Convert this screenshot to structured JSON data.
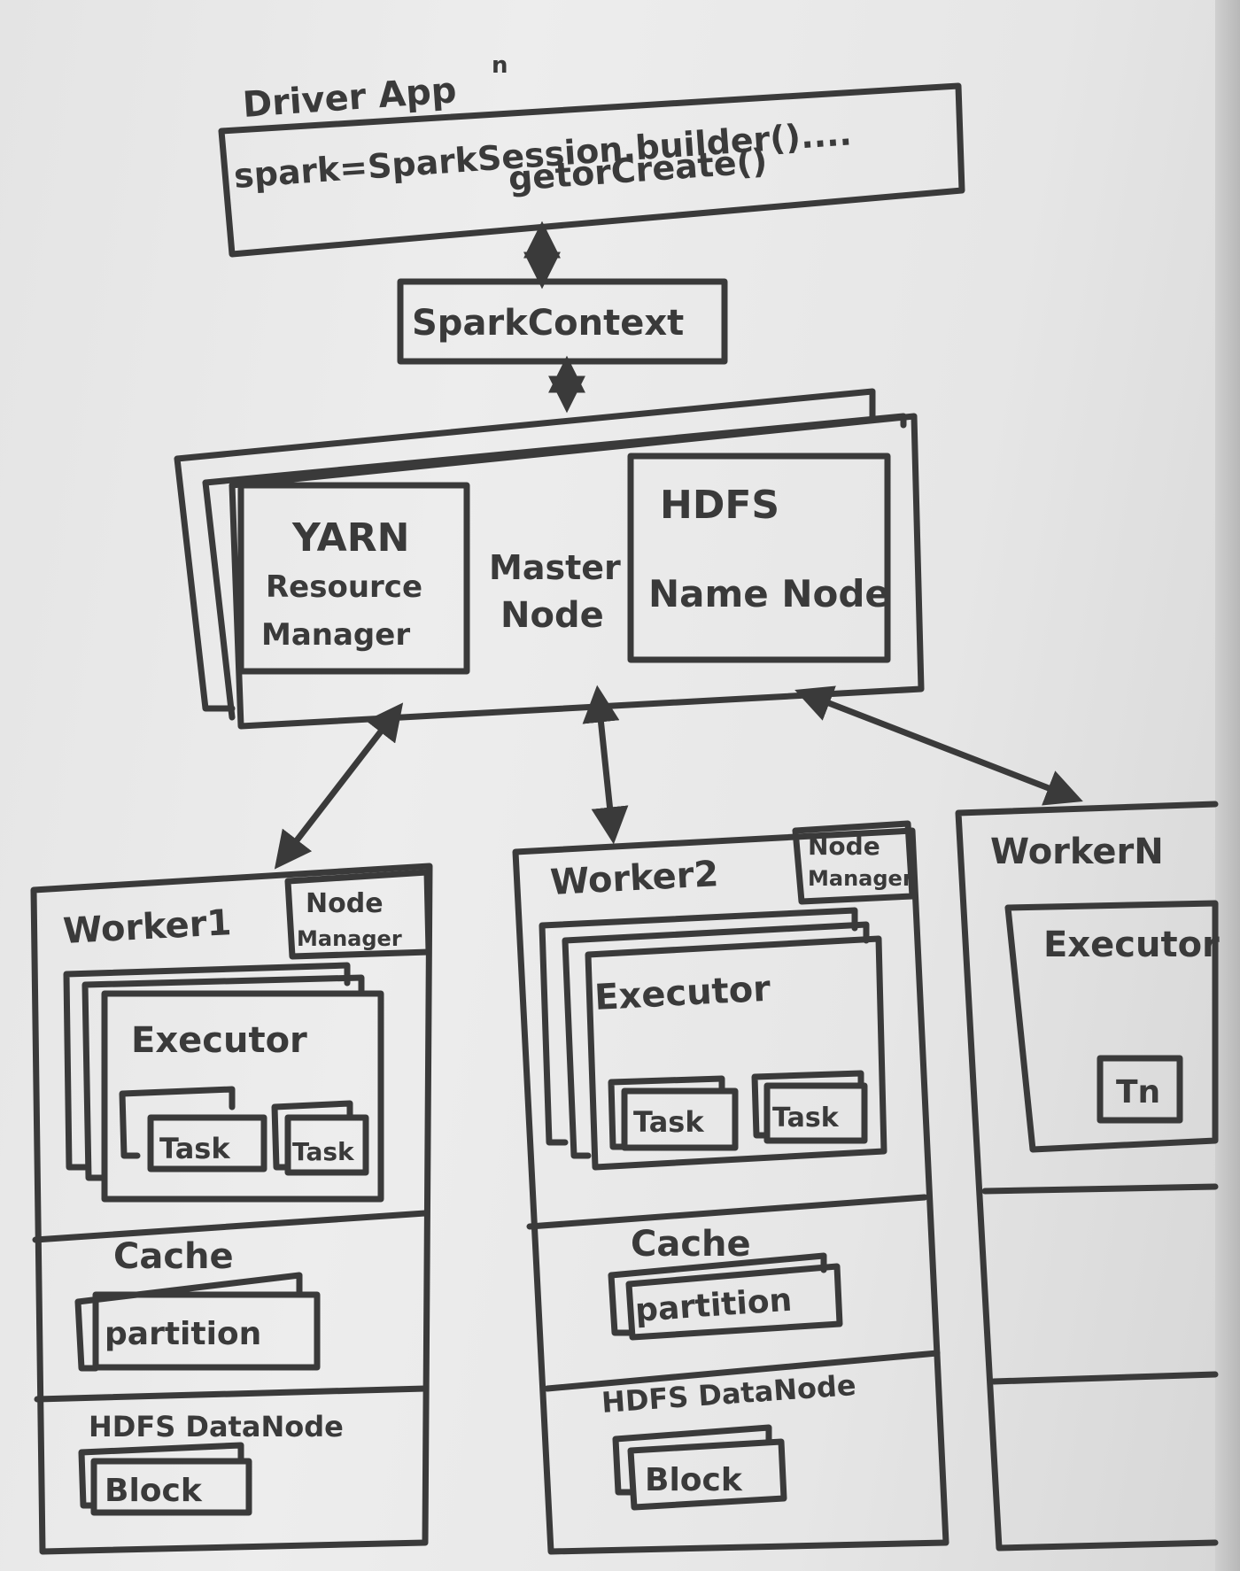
{
  "driver": {
    "title": "Driver App",
    "title_sup": "n",
    "code_line1": "spark=SparkSession.builder()....",
    "code_line2": "getorCreate()"
  },
  "spark_context": {
    "label": "SparkContext"
  },
  "master": {
    "yarn_line1": "YARN",
    "yarn_line2": "Resource",
    "yarn_line3": "Manager",
    "label_line1": "Master",
    "label_line2": "Node",
    "hdfs_line1": "HDFS",
    "hdfs_line2": "Name Node"
  },
  "worker1": {
    "title": "Worker1",
    "node_manager_line1": "Node",
    "node_manager_line2": "Manager",
    "executor": "Executor",
    "task_a": "Task",
    "task_b": "Task",
    "cache": "Cache",
    "partition": "partition",
    "datanode": "HDFS DataNode",
    "block": "Block"
  },
  "worker2": {
    "title": "Worker2",
    "node_manager_line1": "Node",
    "node_manager_line2": "Manager",
    "executor": "Executor",
    "task_a": "Task",
    "task_b": "Task",
    "cache": "Cache",
    "partition": "partition",
    "datanode": "HDFS DataNode",
    "block": "Block"
  },
  "workerN": {
    "title": "WorkerN",
    "executor": "Executor",
    "task": "Tn"
  },
  "colors": {
    "ink": "#3a3a3a",
    "paper": "#e8e8e8"
  }
}
